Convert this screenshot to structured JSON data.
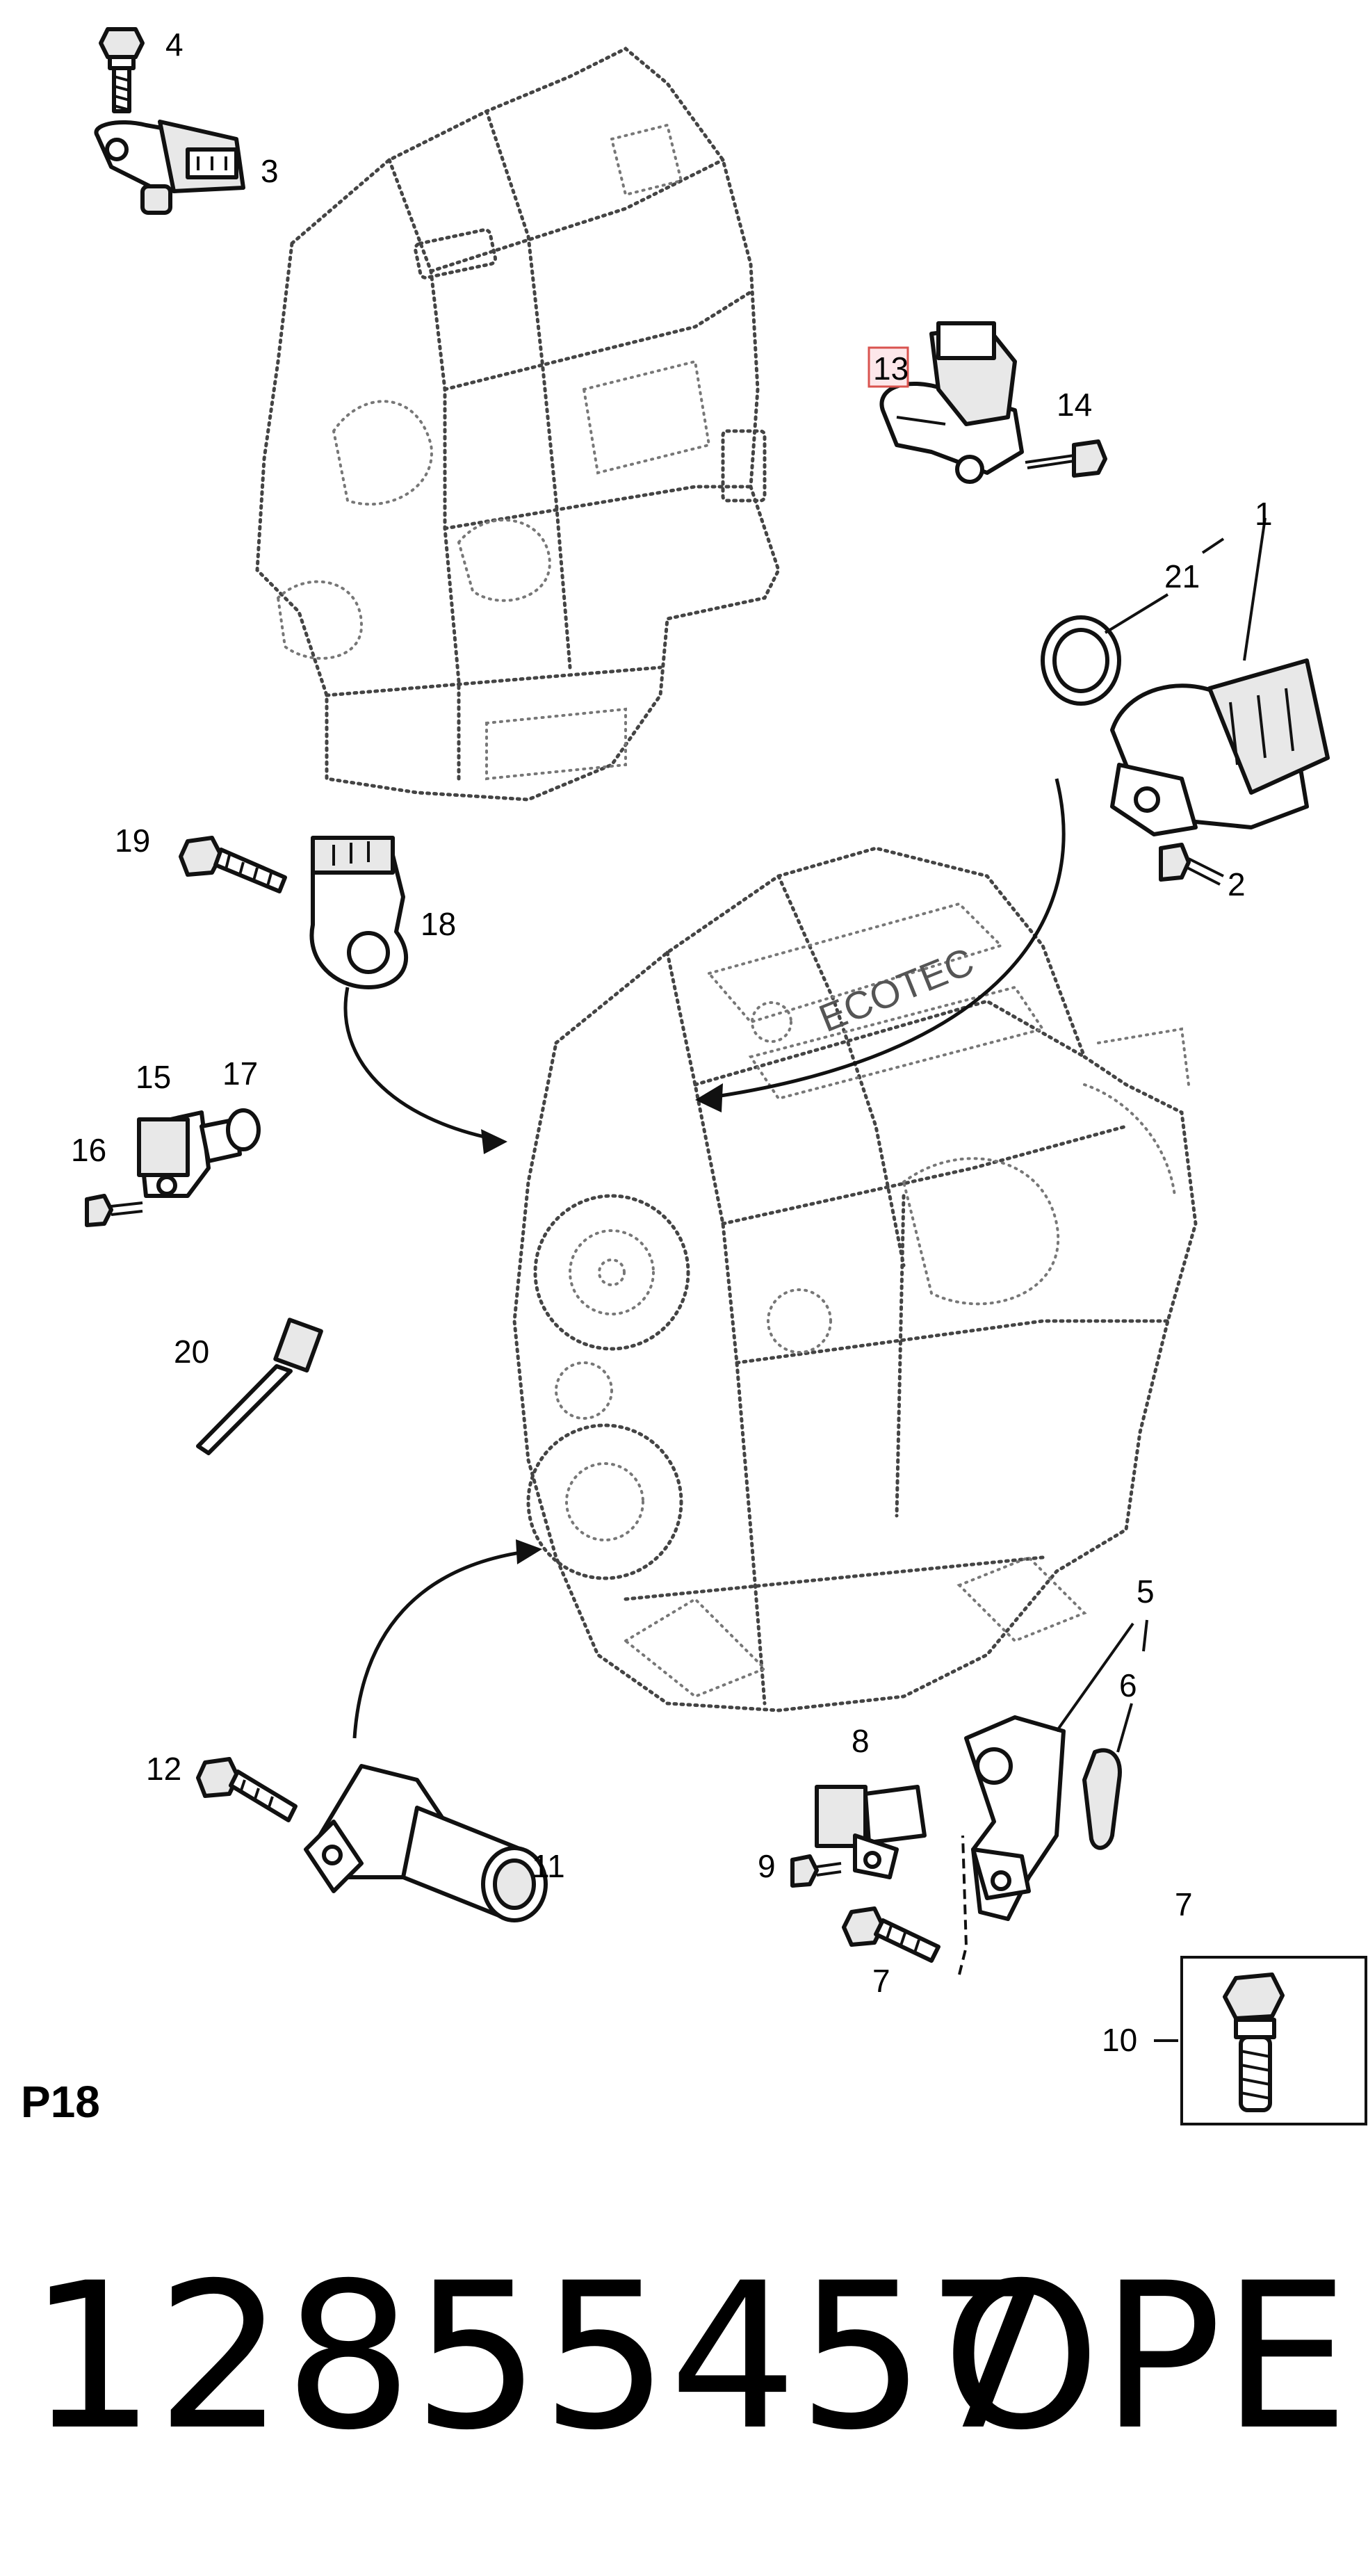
{
  "callouts": {
    "c1": "1",
    "c2": "2",
    "c3": "3",
    "c4": "4",
    "c5": "5",
    "c6": "6",
    "c7a": "7",
    "c7b": "7",
    "c8": "8",
    "c9": "9",
    "c10": "10",
    "c11": "11",
    "c12": "12",
    "c13": "13",
    "c14": "14",
    "c15": "15",
    "c16": "16",
    "c17": "17",
    "c18": "18",
    "c19": "19",
    "c20": "20",
    "c21": "21"
  },
  "highlighted_callout": "13",
  "engine_logo": "ECOTEC",
  "section_label": "P18",
  "part_number": "12855457",
  "brand": "OPEL",
  "colors": {
    "highlight_fill": "#fde7ea",
    "highlight_stroke": "#d9534f"
  }
}
